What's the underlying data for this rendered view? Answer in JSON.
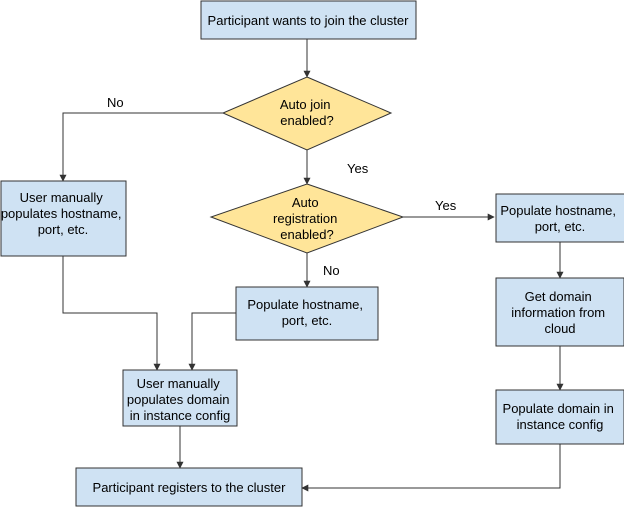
{
  "nodes": {
    "start": [
      "Participant wants to join the cluster"
    ],
    "auto_join": [
      "Auto join",
      "enabled?"
    ],
    "manual_hostname": [
      "User manually",
      "populates hostname,",
      "port, etc."
    ],
    "auto_registration": [
      "Auto",
      "registration",
      "enabled?"
    ],
    "populate_hostname_right": [
      "Populate hostname,",
      "port, etc."
    ],
    "populate_hostname_mid": [
      "Populate hostname,",
      "port, etc."
    ],
    "get_domain": [
      "Get domain",
      "information from",
      "cloud"
    ],
    "manual_domain": [
      "User manually",
      "populates domain",
      "in instance config"
    ],
    "populate_domain": [
      "Populate domain in",
      "instance config"
    ],
    "register": [
      "Participant registers to the cluster"
    ]
  },
  "edges": {
    "auto_join_no": "No",
    "auto_join_yes": "Yes",
    "auto_registration_yes": "Yes",
    "auto_registration_no": "No"
  }
}
